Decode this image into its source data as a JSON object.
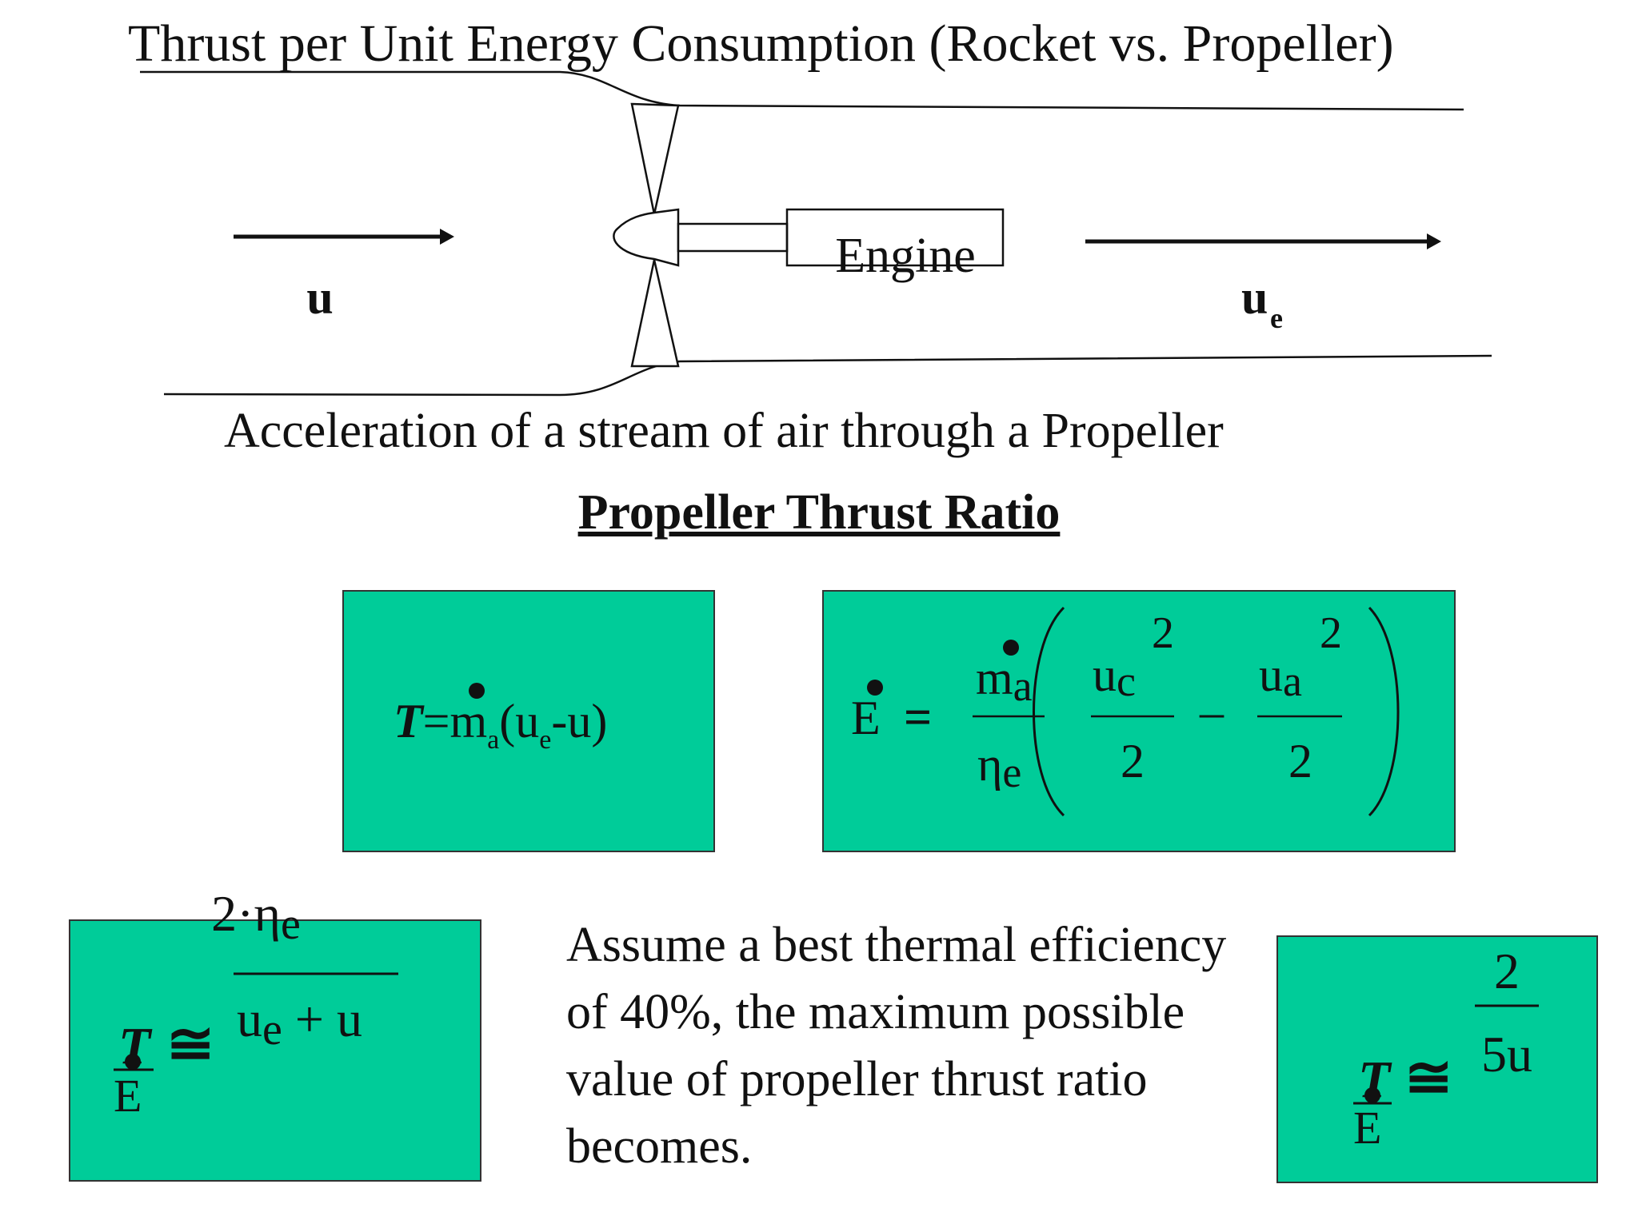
{
  "title": "Thrust per Unit Energy Consumption (Rocket vs. Propeller)",
  "diagram": {
    "engine_label": "Engine",
    "inflow_label": "u",
    "outflow_label": "u",
    "outflow_sub": "e",
    "caption": "Acceleration of a stream of air through a Propeller"
  },
  "heading": "Propeller Thrust Ratio",
  "eq_thrust": {
    "T": "T",
    "eq": "=",
    "m": "m",
    "m_sub": "a",
    "open": "(u",
    "ue_sub": "e",
    "close": "-u)"
  },
  "eq_energy": {
    "E": "E",
    "eq": "=",
    "m": "m",
    "m_sub": "a",
    "eta": "η",
    "eta_sub": "e",
    "uc": "u",
    "uc_sub": "c",
    "ua": "u",
    "ua_sub": "a",
    "sq": "2",
    "den": "2",
    "minus": "–"
  },
  "eq_ratio": {
    "T": "T",
    "E": "E",
    "approx": "≅",
    "num": "2·η",
    "num_sub": "e",
    "den": "u",
    "den_sub": "e",
    "den_rest": " + u"
  },
  "assumption": "Assume a best thermal efficiency of 40%, the maximum possible value of propeller thrust ratio becomes.",
  "eq_result": {
    "T": "T",
    "E": "E",
    "approx": "≅",
    "num": "2",
    "den": "5u"
  },
  "colors": {
    "box_fill": "#00cc99",
    "box_border": "#333333"
  }
}
